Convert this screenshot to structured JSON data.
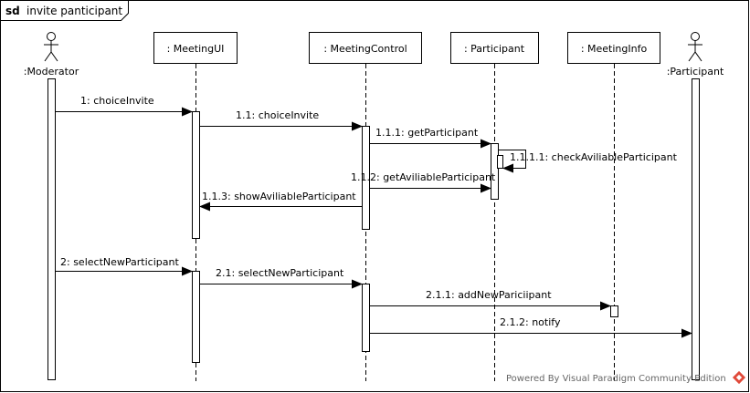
{
  "frame": {
    "keyword": "sd",
    "title": "invite panticipant"
  },
  "actors": {
    "moderator": ":Moderator",
    "participant": ":Participant"
  },
  "objects": {
    "meeting_ui": ": MeetingUI",
    "meeting_control": ": MeetingControl",
    "participant": ": Participant",
    "meeting_info": ": MeetingInfo"
  },
  "messages": {
    "m1": "1: choiceInvite",
    "m1_1": "1.1: choiceInvite",
    "m1_1_1": "1.1.1: getParticipant",
    "m1_1_1_1": "1.1.1.1: checkAviliableParticipant",
    "m1_1_2": "1.1.2: getAviliableParticipant",
    "m1_1_3": "1.1.3: showAviliableParticipant",
    "m2": "2: selectNewParticipant",
    "m2_1": "2.1: selectNewParticipant",
    "m2_1_1": "2.1.1: addNewPariciipant",
    "m2_1_2": "2.1.2: notify"
  },
  "watermark": {
    "text": "Powered By  Visual Paradigm Community Edition",
    "logo_icon": "visual-paradigm-logo-icon"
  },
  "colors": {
    "line": "#000000",
    "watermark_text": "#666666",
    "logo": "#e04a3a"
  }
}
